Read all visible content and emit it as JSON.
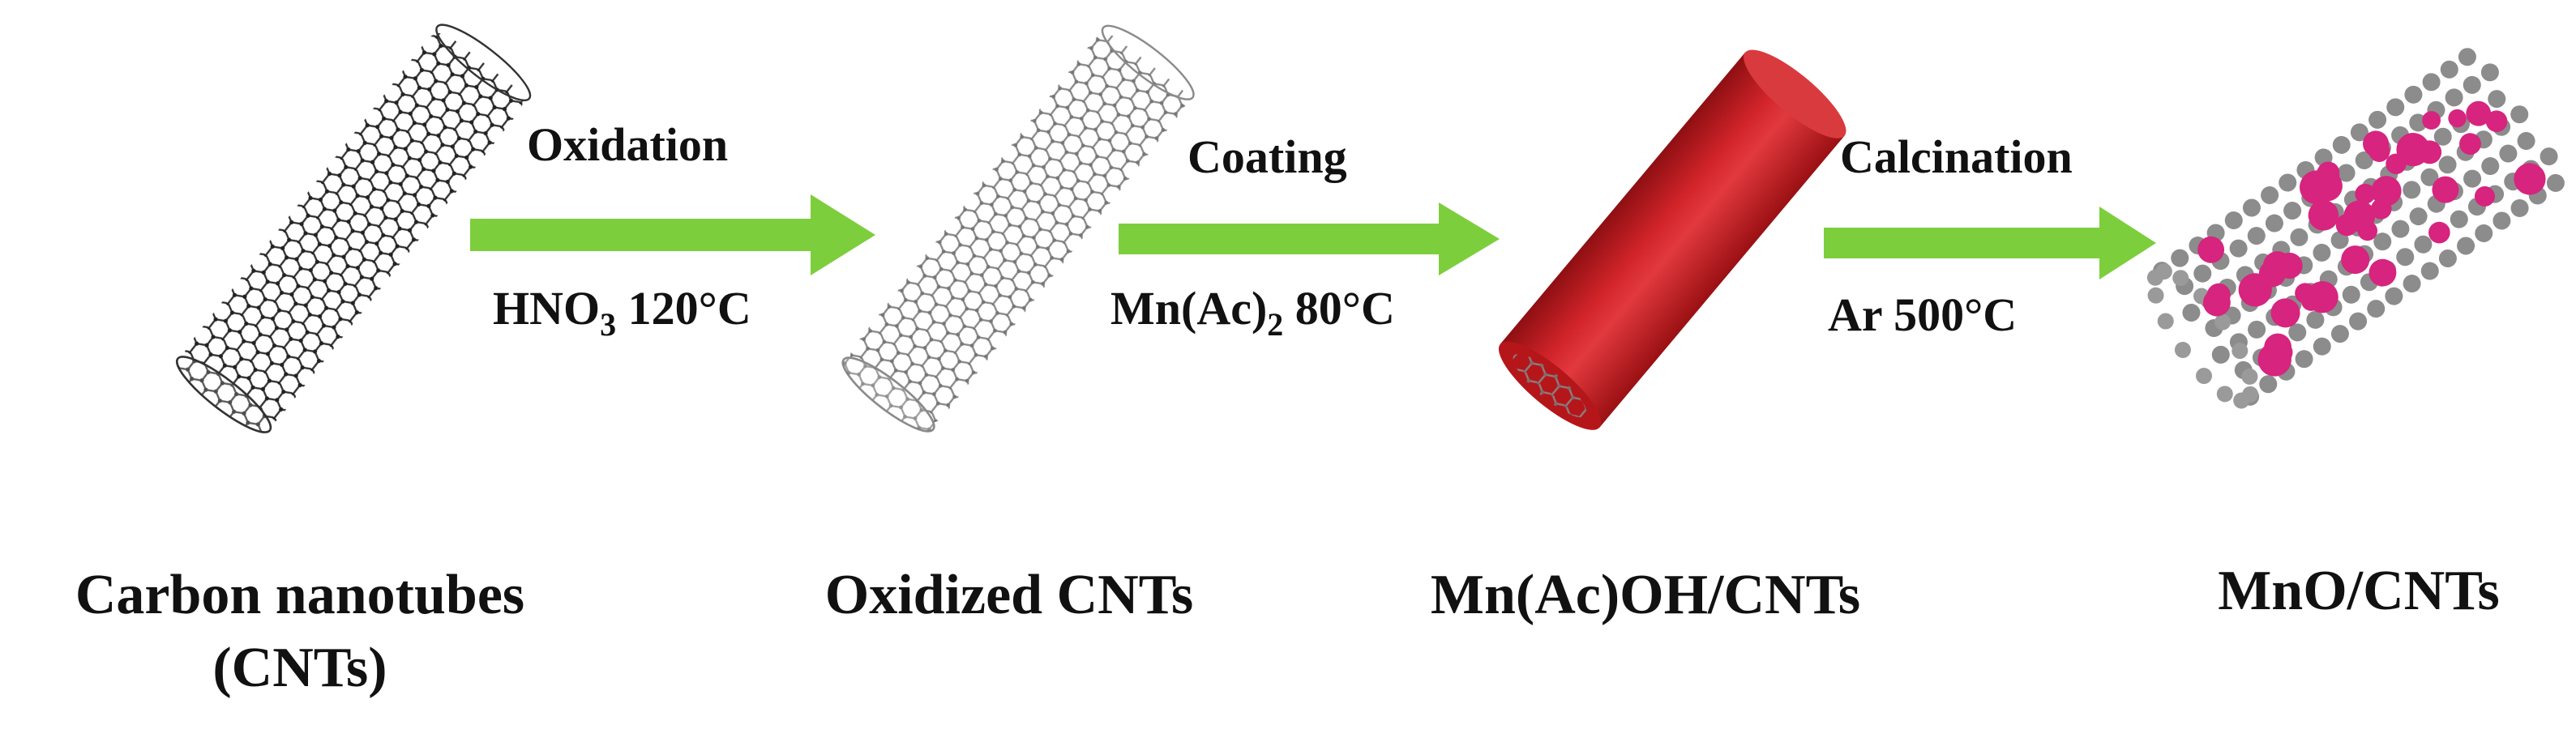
{
  "stages": [
    {
      "label_lines": [
        "Carbon nanotubes",
        "(CNTs)"
      ]
    },
    {
      "label_lines": [
        "Oxidized CNTs"
      ]
    },
    {
      "label_lines": [
        "Mn(Ac)OH/CNTs"
      ]
    },
    {
      "label_lines": [
        "MnO/CNTs"
      ]
    }
  ],
  "steps": [
    {
      "name": "Oxidation",
      "condition_pre": "HNO",
      "condition_sub": "3",
      "condition_post": " 120°C"
    },
    {
      "name": "Coating",
      "condition_pre": "Mn(Ac)",
      "condition_sub": "2",
      "condition_post": "  80°C"
    },
    {
      "name": "Calcination",
      "condition_pre": "Ar  500°C",
      "condition_sub": "",
      "condition_post": ""
    }
  ],
  "colors": {
    "arrow": "#7DCE3C",
    "carbon_dark": "#333333",
    "carbon_light": "#8a8a8a",
    "coating": "#C8171C",
    "mno_particle": "#D6247F",
    "carbon_sphere": "#8c8c8c"
  }
}
